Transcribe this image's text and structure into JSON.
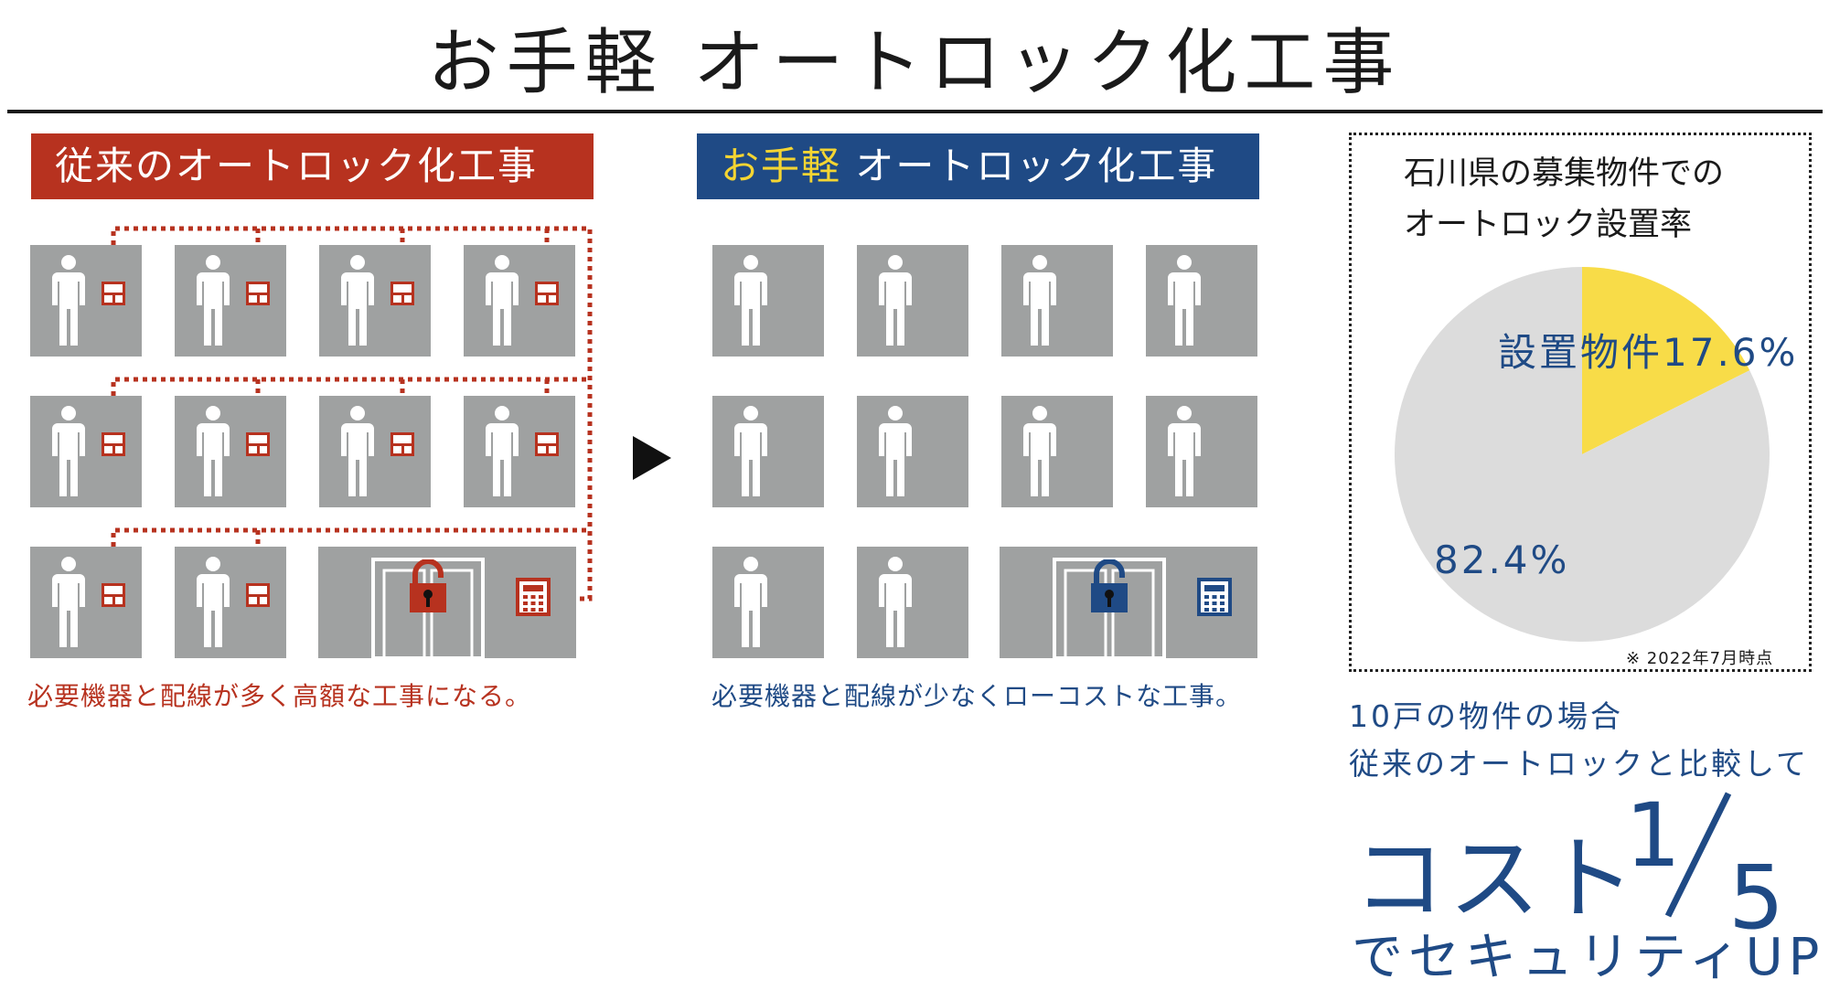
{
  "title": "お手軽 オートロック化工事",
  "left": {
    "banner": "従来のオートロック化工事",
    "caption": "必要機器と配線が多く高額な工事になる。"
  },
  "right": {
    "banner_highlight": "お手軽",
    "banner_rest": " オートロック化工事",
    "caption": "必要機器と配線が少なくローコストな工事。"
  },
  "pie": {
    "title_line1": "石川県の募集物件での",
    "title_line2": "オートロック設置率",
    "installed_label": "設置物件17.6%",
    "other_label": "82.4%",
    "installed_percent": 17.6,
    "other_percent": 82.4,
    "installed_color": "#f8dc48",
    "other_color": "#dcdcdc",
    "note": "※ 2022年7月時点"
  },
  "comparison": {
    "line1": "10戸の物件の場合",
    "line2": "従来のオートロックと比較して",
    "cost_label": "コスト",
    "fraction_numerator": "1",
    "fraction_denominator": "5",
    "security_label": "でセキュリティUP"
  },
  "colors": {
    "red": "#b7321f",
    "blue": "#1f4a85",
    "yellow": "#f4d532",
    "tile_gray": "#9fa1a1"
  }
}
